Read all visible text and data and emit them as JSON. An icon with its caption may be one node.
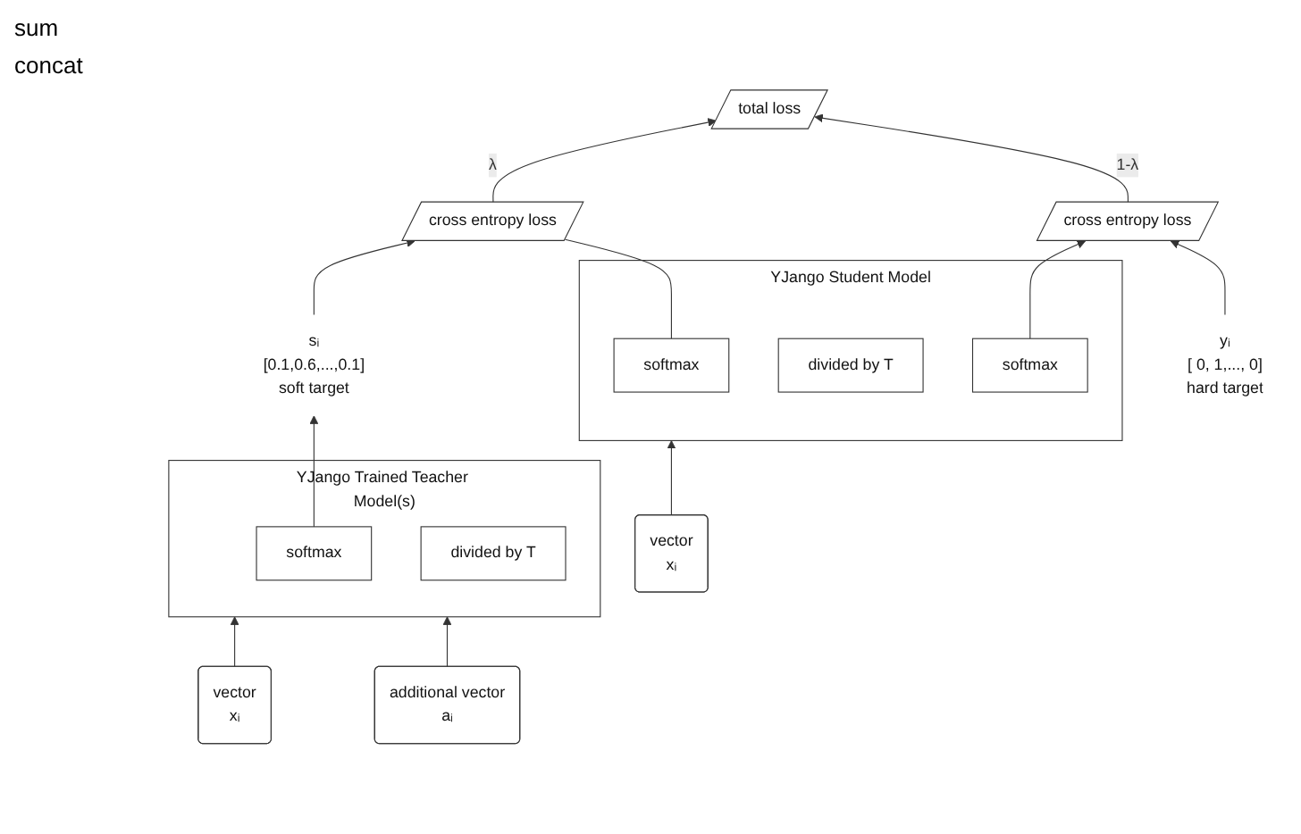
{
  "diagram": {
    "nodes": [
      {
        "text": [
          "total loss"
        ]
      },
      {
        "text": [
          "sᵢ",
          "[0.1,0.6,...,0.1]",
          "soft target"
        ]
      },
      {
        "text": [
          "cross entropy loss"
        ]
      },
      {
        "text": [
          "cross entropy loss"
        ]
      },
      {
        "text": [
          "yᵢ",
          "[ 0, 1,..., 0]",
          "hard target"
        ]
      },
      {
        "text": [
          "YJango Trained Teacher Model(s)"
        ]
      },
      {
        "text": [
          "softmax"
        ],
        "in": 5
      },
      {
        "text": [
          "divided by T"
        ],
        "in": 5
      },
      {
        "text": [
          "YJango Student Model"
        ]
      },
      {
        "text": [
          "softmax"
        ],
        "in": 8
      },
      {
        "text": [
          "divided by T"
        ],
        "in": 8
      },
      {
        "text": [
          "softmax"
        ],
        "in": 8
      },
      {
        "text": [
          "vector",
          "xᵢ"
        ]
      },
      {
        "text": [
          "additional vector",
          "aᵢ"
        ]
      },
      {
        "text": [
          "vector",
          "xᵢ"
        ]
      }
    ],
    "edges": [
      {
        "from": 2,
        "to": 0,
        "arrow": "to",
        "label": "λ"
      },
      {
        "from": 3,
        "to": 0,
        "arrow": "to",
        "label": "1-λ"
      },
      {
        "from": 1,
        "to": 2,
        "arrow": "to"
      },
      {
        "from": 4,
        "to": 3,
        "arrow": "to"
      },
      {
        "from": 6,
        "to": 1,
        "arrow": "to"
      },
      {
        "from": 9,
        "to": 2,
        "arrow": "none"
      },
      {
        "from": 11,
        "to": 3,
        "arrow": "to"
      },
      {
        "from": 12,
        "to": 5,
        "arrow": "to"
      },
      {
        "from": 13,
        "to": 5,
        "arrow": "to"
      },
      {
        "from": 14,
        "to": 8,
        "arrow": "to"
      }
    ],
    "labels": [
      "sum",
      "concat"
    ]
  }
}
